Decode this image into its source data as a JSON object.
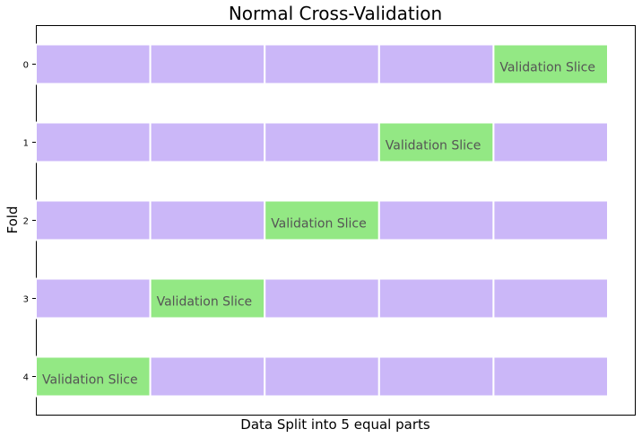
{
  "chart_data": {
    "type": "bar",
    "orientation": "horizontal-segments",
    "title": "Normal Cross-Validation",
    "xlabel": "Data Split into 5 equal parts",
    "ylabel": "Fold",
    "folds": [
      "0",
      "1",
      "2",
      "3",
      "4"
    ],
    "parts_per_fold": 5,
    "series": [
      {
        "fold": "0",
        "validation_part": 4
      },
      {
        "fold": "1",
        "validation_part": 3
      },
      {
        "fold": "2",
        "validation_part": 2
      },
      {
        "fold": "3",
        "validation_part": 1
      },
      {
        "fold": "4",
        "validation_part": 0
      }
    ],
    "validation_label": "Validation Slice",
    "colors": {
      "train": "#cbb7f8",
      "validation": "#93e884",
      "segment_border": "#ffffff",
      "label_text": "#555555"
    },
    "x_ticks_shown": false,
    "grid": false,
    "legend": "none"
  }
}
